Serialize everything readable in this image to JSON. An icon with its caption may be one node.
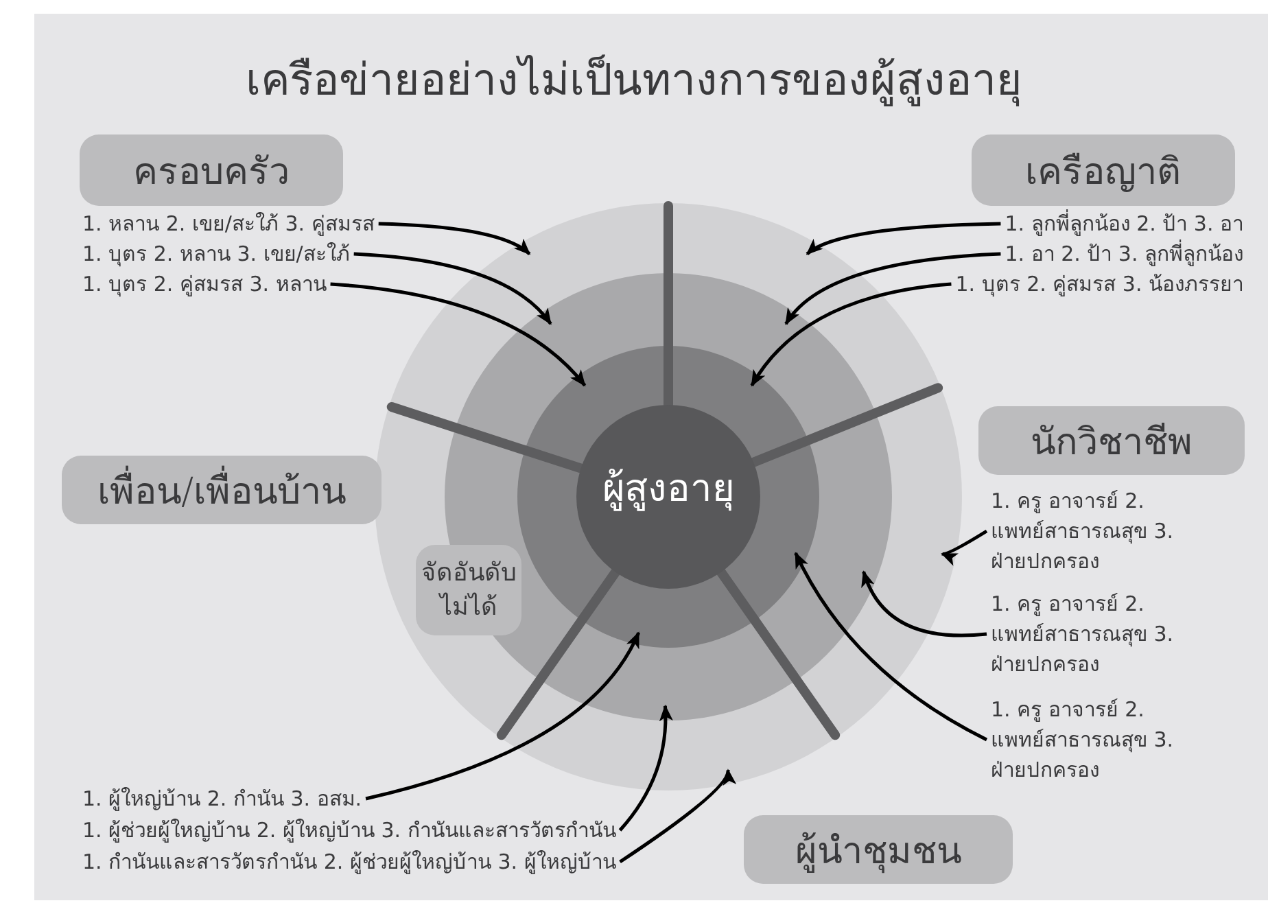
{
  "diagram": {
    "title": "เครือข่ายอย่างไม่เป็นทางการของผู้สูงอายุ",
    "nodes": [
      {
        "text": [],
        "shape": "circle"
      },
      {
        "text": [],
        "shape": "circle",
        "in": 0
      },
      {
        "text": [],
        "shape": "circle",
        "in": 1
      },
      {
        "text": [
          "ผู้สูงอายุ"
        ],
        "in": 2
      },
      {
        "text": [
          "ครอบครัว"
        ]
      },
      {
        "text": [
          "1. หลาน 2. เขย/สะใภ้ 3. คู่สมรส"
        ]
      },
      {
        "text": [
          "1. บุตร 2. หลาน 3. เขย/สะใภ้"
        ]
      },
      {
        "text": [
          "1. บุตร 2. คู่สมรส 3. หลาน"
        ]
      },
      {
        "text": [
          "เครือญาติ"
        ]
      },
      {
        "text": [
          "1. ลูกพี่ลูกน้อง 2. ป้า 3. อา"
        ]
      },
      {
        "text": [
          "1. อา 2. ป้า 3. ลูกพี่ลูกน้อง"
        ]
      },
      {
        "text": [
          "1. บุตร 2. คู่สมรส 3. น้องภรรยา"
        ]
      },
      {
        "text": [
          "นักวิชาชีพ"
        ]
      },
      {
        "text": [
          "1. ครู อาจารย์ 2. แพทย์สาธารณสุข 3. ฝ่ายปกครอง"
        ]
      },
      {
        "text": [
          "1. ครู อาจารย์ 2. แพทย์สาธารณสุข 3. ฝ่ายปกครอง"
        ]
      },
      {
        "text": [
          "1. ครู อาจารย์ 2. แพทย์สาธารณสุข 3. ฝ่ายปกครอง"
        ]
      },
      {
        "text": [
          "เพื่อน/เพื่อนบ้าน"
        ]
      },
      {
        "text": [
          "จัดอันดับ ไม่ได้"
        ],
        "in": 0
      },
      {
        "text": [
          "ผู้นำชุมชน"
        ]
      },
      {
        "text": [
          "1. ผู้ใหญ่บ้าน 2. กำนัน 3. อสม."
        ]
      },
      {
        "text": [
          "1. ผู้ช่วยผู้ใหญ่บ้าน 2. ผู้ใหญ่บ้าน 3. กำนันและสารวัตรกำนัน"
        ]
      },
      {
        "text": [
          "1. กำนันและสารวัตรกำนัน 2. ผู้ช่วยผู้ใหญ่บ้าน 3. ผู้ใหญ่บ้าน"
        ]
      }
    ],
    "edges": [
      {
        "from": 5,
        "to": 0,
        "arrow": "to"
      },
      {
        "from": 6,
        "to": 1,
        "arrow": "to"
      },
      {
        "from": 7,
        "to": 2,
        "arrow": "to"
      },
      {
        "from": 9,
        "to": 0,
        "arrow": "to"
      },
      {
        "from": 10,
        "to": 1,
        "arrow": "to"
      },
      {
        "from": 11,
        "to": 2,
        "arrow": "to"
      },
      {
        "from": 13,
        "to": 0,
        "arrow": "to"
      },
      {
        "from": 14,
        "to": 1,
        "arrow": "to"
      },
      {
        "from": 15,
        "to": 2,
        "arrow": "to"
      },
      {
        "from": 19,
        "to": 2,
        "arrow": "to"
      },
      {
        "from": 20,
        "to": 1,
        "arrow": "to"
      },
      {
        "from": 21,
        "to": 0,
        "arrow": "to"
      }
    ]
  }
}
